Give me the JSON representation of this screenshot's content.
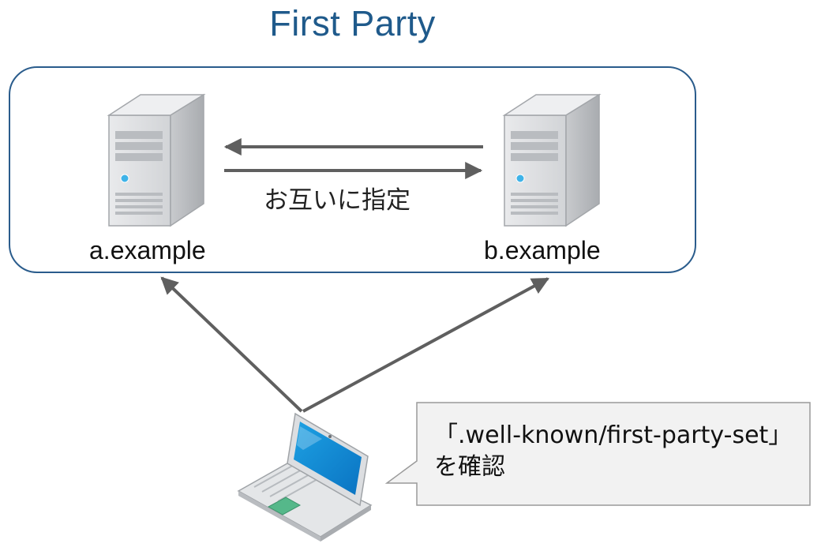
{
  "title": "First Party",
  "servers": {
    "a": {
      "label": "a.example",
      "icon": "server-tower-icon"
    },
    "b": {
      "label": "b.example",
      "icon": "server-tower-icon"
    }
  },
  "mutual_label": "お互いに指定",
  "client": {
    "icon": "laptop-icon"
  },
  "callout": {
    "line1": "「.well-known/first-party-set」",
    "line2": "を確認"
  },
  "colors": {
    "title": "#1f5a8b",
    "group_border": "#2a5c8c",
    "arrow": "#5f5f5f",
    "callout_fill": "#f2f2f2",
    "callout_border": "#9a9a9a"
  }
}
